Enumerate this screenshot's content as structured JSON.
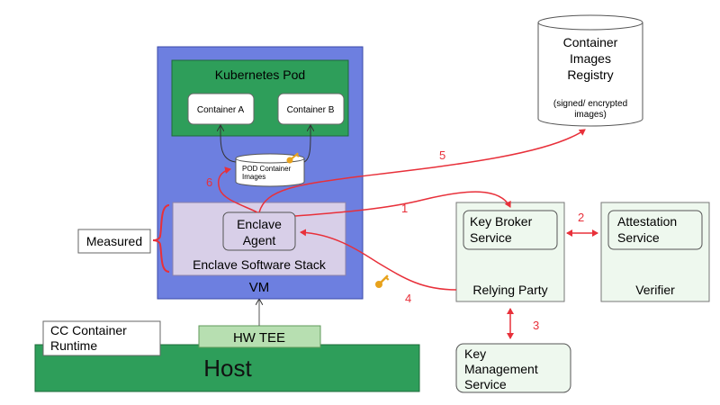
{
  "host": {
    "label": "Host",
    "color": "#2e9e5a"
  },
  "hw_tee": {
    "label": "HW TEE"
  },
  "cc_runtime": {
    "line1": "CC Container",
    "line2": "Runtime"
  },
  "vm": {
    "label": "VM",
    "color": "#6d7fe0"
  },
  "k8s_pod": {
    "title": "Kubernetes Pod",
    "container_a": "Container A",
    "container_b": "Container B"
  },
  "pod_images": {
    "line1": "POD Container",
    "line2": "Images"
  },
  "enclave_stack": {
    "label": "Enclave Software Stack"
  },
  "enclave_agent": {
    "line1": "Enclave",
    "line2": "Agent"
  },
  "measured": {
    "label": "Measured"
  },
  "registry": {
    "line1": "Container",
    "line2": "Images",
    "line3": "Registry",
    "note1": "(signed/ encrypted",
    "note2": "images)"
  },
  "relying_party": {
    "label": "Relying Party",
    "kbs_line1": "Key Broker",
    "kbs_line2": "Service"
  },
  "verifier": {
    "label": "Verifier",
    "as_line1": "Attestation",
    "as_line2": "Service"
  },
  "kms": {
    "line1": "Key",
    "line2": "Management",
    "line3": "Service"
  },
  "steps": {
    "s1": "1",
    "s2": "2",
    "s3": "3",
    "s4": "4",
    "s5": "5",
    "s6": "6"
  },
  "colors": {
    "arrow": "#e8303a",
    "pale_green": "#eef8ee",
    "key": "#e8a21c"
  }
}
